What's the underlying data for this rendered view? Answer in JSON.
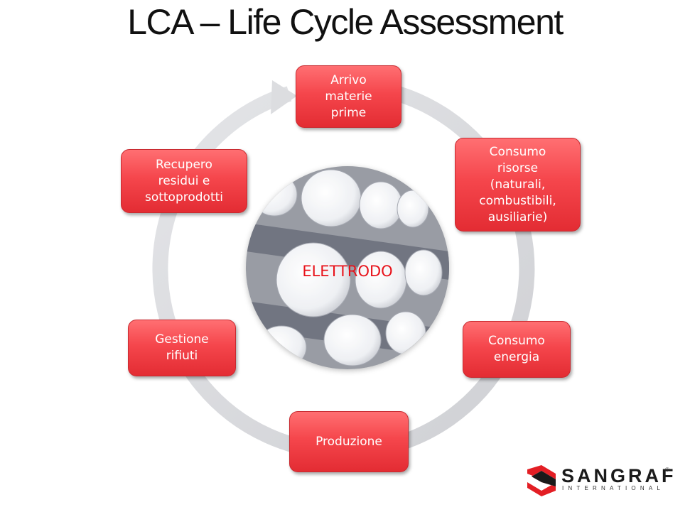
{
  "title": "LCA – Life Cycle Assessment",
  "center": {
    "label": "ELETTRODO"
  },
  "steps": [
    {
      "id": "arrivo",
      "label": "Arrivo\nmaterie\nprime"
    },
    {
      "id": "consumo-risorse",
      "label": "Consumo\nrisorse\n(naturali,\ncombustibili,\nausiliarie)"
    },
    {
      "id": "consumo-energia",
      "label": "Consumo\nenergia"
    },
    {
      "id": "produzione",
      "label": "Produzione"
    },
    {
      "id": "gestione-rifiuti",
      "label": "Gestione\nrifiuti"
    },
    {
      "id": "recupero",
      "label": "Recupero\nresidui e\nsottoprodotti"
    }
  ],
  "logo": {
    "word": "SANGRAF",
    "sub": "INTERNATIONAL",
    "mark": "®"
  },
  "colors": {
    "box": "#f5464c",
    "ring": "#dcdde0",
    "center_text": "#e8121a",
    "logo_red": "#e31e24"
  }
}
